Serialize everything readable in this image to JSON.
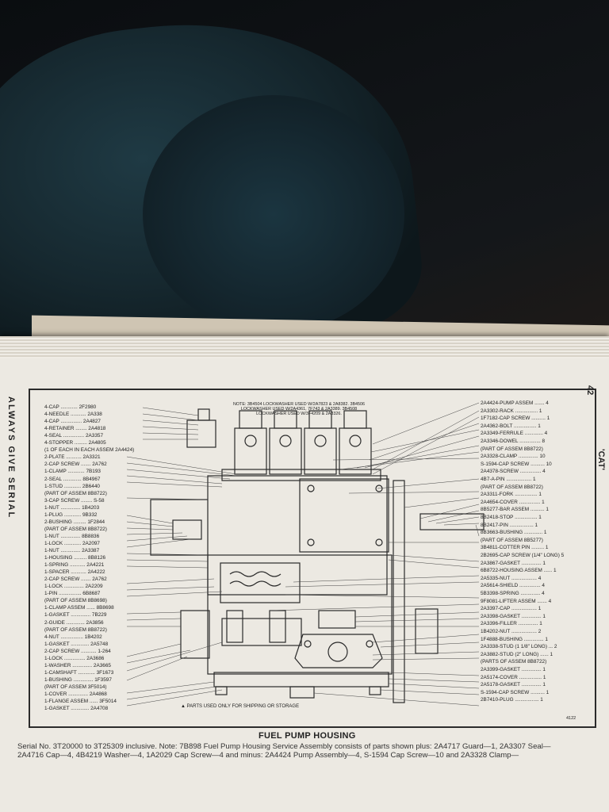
{
  "page_number": "42",
  "side_left_text": "ALWAYS GIVE SERIAL",
  "side_right_text": "'CAT'",
  "top_note": "NOTE: 3B4504 LOCKWASHER USED W/2A7823 & 2A8382. 3B4506 LOCKWASHER USED W/2A4361, 7F743 & 2A3389. 3B4508 LOCKWASHER USED W/3F4209 & 2A3326.",
  "left_labels": [
    "4-CAP ............ 2F2980",
    "4-NEEDLE ........... 2A338",
    "4-CAP ............... 2A4827",
    "4-RETAINER ........ 2A4818",
    "4-SEAL ............... 2A3357",
    "4-STOPPER ......... 2A4805",
    "(1 OF EACH IN EACH ASSEM 2A4424)",
    "2-PLATE ........... 2A3321",
    "2-CAP SCREW ....... 2A762",
    "1-CLAMP ............ 7B193",
    "2-SEAL ............. 8B4967",
    "1-STUD ............ 2B6440",
    "(PART OF ASSEM 8B8722)",
    "3-CAP SCREW ........ S-58",
    "1-NUT .............. 1B4203",
    "1-PLUG ............ 9B332",
    "2-BUSHING ......... 1F2844",
    "(PART OF ASSEM 8B8722)",
    "1-NUT .............. 8B8836",
    "1-LOCK ............ 2A2097",
    "1-NUT .............. 2A3387",
    "1-HOUSING ......... 8B8126",
    "1-SPRING ........... 2A4221",
    "1-SPACER ........... 2A4222",
    "2-CAP SCREW ....... 2A762",
    "1-LOCK .............. 2A2209",
    "1-PIN ................ 6B8687",
    "(PART OF ASSEM 8B8698)",
    "1-CLAMP ASSEM ...... 8B8698",
    "1-GASKET .............. 7B229",
    "2-GUIDE ............. 2A3856",
    "(PART OF ASSEM 8B8722)",
    "4-NUT ................ 1B4202",
    "1-GASKET ............. 2A5748",
    "2-CAP SCREW ........... 1-264",
    "1-LOCK ............... 2A3686",
    "1-WASHER .............. 2A3665",
    "1-CAMSHAFT ............ 3F1673",
    "1-BUSHING .............. 1F3597",
    "(PART OF ASSEM 3F5014)",
    "1-COVER .............. 2A4868",
    "1-FLANGE ASSEM ...... 3F5014",
    "1-GASKET ............. 2A4708"
  ],
  "right_labels": [
    "2A4424-PUMP ASSEM ....... 4",
    "2A3302-RACK ................ 1",
    "1F7182-CAP SCREW .......... 1",
    "2A4362-BOLT ................ 1",
    "2A3349-FERRULE ............. 4",
    "2A3346-DOWEL ............... 8",
    "(PART OF ASSEM 8B8722)",
    "2A3328-CLAMP .............. 10",
    "S-1594-CAP SCREW .......... 10",
    "2A4378-SCREW ............... 4",
    "4B7-A-PIN .................. 1",
    "(PART OF ASSEM 8B8722)",
    "2A3311-FORK ................ 1",
    "2A4654-COVER ............... 1",
    "8B5277-BAR ASSEM .......... 1",
    "8B2418-STOP ................ 1",
    "8B2417-PIN ................. 1",
    "8B3663-BUSHING ............. 1",
    "(PART OF ASSEM 8B5277)",
    "3B4811-COTTER PIN ......... 1",
    "2B2695-CAP SCREW (1/4\" LONG) 5",
    "2A3867-GASKET .............. 1",
    "6B8722-HOUSING ASSEM ...... 1",
    "2A5335-NUT .................. 4",
    "2A5614-SHIELD ............... 4",
    "5B3398-SPRING .............. 4",
    "9F8081-LIFTER ASSEM ....... 4",
    "2A3397-CAP .................. 1",
    "2A3398-GASKET .............. 1",
    "2A3396-FILLER .............. 1",
    "1B4202-NUT .................. 2",
    "1F4888-BUSHING .............. 1",
    "2A3338-STUD (1 1/8\" LONG) ... 2",
    "2A3882-STUD (2\" LONG) ...... 1",
    "(PARTS OF ASSEM 8B8722)",
    "2A3399-GASKET .............. 1",
    "2A5174-COVER ................ 1",
    "2A5178-GASKET .............. 1",
    "S-1594-CAP SCREW .......... 1",
    "2B7410-PLUG ................. 1"
  ],
  "bottom_note": "▲ PARTS USED ONLY FOR SHIPPING OR STORAGE",
  "code": "4122",
  "title": "FUEL PUMP HOUSING",
  "serial_line1": "Serial No. 3T20000 to 3T25309 inclusive. Note: 7B898 Fuel Pump Housing Service Assembly consists of parts shown plus: 2A4717 Guard—1, 2A3307 Seal—",
  "serial_line2": "2A4716 Cap—4, 4B4219 Washer—4, 1A2029 Cap Screw—4 and minus: 2A4424 Pump Assembly—4, S-1594 Cap Screw—10 and 2A3328 Clamp—"
}
